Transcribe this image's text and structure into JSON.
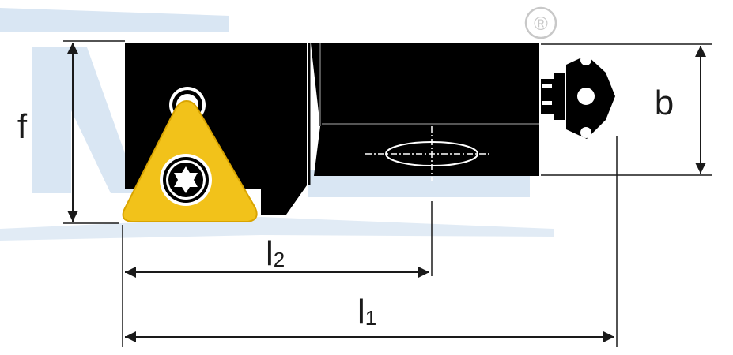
{
  "labels": {
    "f": "f",
    "b": "b",
    "l2_main": "l",
    "l2_sub": "2",
    "l1_main": "l",
    "l1_sub": "1"
  },
  "registered_mark": "®",
  "colors": {
    "holder": "#000000",
    "insert": "#f2c21a",
    "insert_edge": "#d9a400",
    "watermark": "#d9e6f3",
    "dimension": "#1a1a1a",
    "background": "#ffffff",
    "mark": "#c8c8c8"
  }
}
